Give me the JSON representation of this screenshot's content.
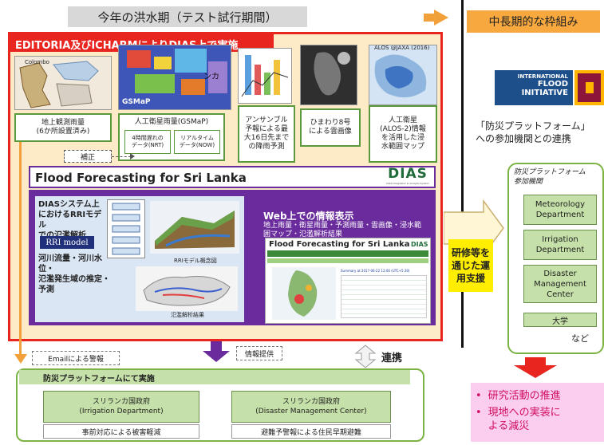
{
  "header": {
    "current_title": "今年の洪水期（テスト試行期間）",
    "longterm_title": "中長期的な枠組み"
  },
  "main": {
    "banner": "EDITORIA及びICHARMによりDIAS上で実施",
    "thumbs": {
      "map_label": "Colombo",
      "gsmap_label": "GSMaP",
      "gsmap_text": "ンカ",
      "alos_credit": "ALOS @JAXA (2016)"
    },
    "sources": {
      "ground": "地上観測雨量\n(6か所設置済み)",
      "satellite": "人工衛星雨量(GSMaP)",
      "nrt": "4時間遅れの\nデータ(NRT)",
      "now": "リアルタイム\nデータ(NOW)",
      "ensemble": "アンサンブル\n予報による最\n大16日先まで\nの降雨予測",
      "himawari": "ひまわり8号\nによる雲画像",
      "alos": "人工衛星\n(ALOS-2)情報\nを活用した浸\n水範囲マップ",
      "correction": "補正"
    },
    "ff_title": "Flood Forecasting for Sri Lanka",
    "dias_logo": "DIAS",
    "dias_sub": "Data Integration & Analysis System",
    "rri": {
      "title": "DIASシステム上\nにおけるRRIモデル\nでの氾濫解析",
      "model_label": "RRI model",
      "diagram_caption": "RRIモデル概念図",
      "estimate": "河川流量・河川水位・\n氾濫発生域の推定・\n予測",
      "result_caption": "氾濫解析結果"
    },
    "web": {
      "title": "Web上での情報表示",
      "subtitle": "地上雨量・衛星雨量・予測雨量・雲画像・浸水範\n囲マップ・氾濫解析結果",
      "screen_title": "Flood Forecasting for Sri Lanka",
      "screen_dias": "DIAS",
      "summary": "Summary at 2017-06-22 12:00 (UTC+5:30)"
    }
  },
  "bottom": {
    "email": "Emailによる警報",
    "info": "情報提供",
    "platform": "防災プラットフォームにて実施",
    "gov1": "スリランカ国政府\n(Irrigation Department)",
    "gov1_action": "事前対応による被害軽減",
    "gov2": "スリランカ国政府\n(Disaster Management Center)",
    "gov2_action": "避難予警報による住民早期避難"
  },
  "links": {
    "link": "連携",
    "training": "研修等を\n通じた運\n用支援"
  },
  "right": {
    "ifi_line1": "INTERNATIONAL",
    "ifi_line2": "FLOOD",
    "ifi_line3": "INITIATIVE",
    "platform_participation": "「防災プラットフォーム」\nへの参加機関との連携",
    "member_header": "防災プラットフォーム\n参加機関",
    "members": [
      "Meteorology\nDepartment",
      "Irrigation\nDepartment",
      "Disaster\nManagement\nCenter",
      "大学"
    ],
    "etc": "など",
    "results": [
      "研究活動の推進",
      "現地への実装に\nよる減災"
    ],
    "bullet": "•"
  },
  "colors": {
    "green": "#5b9a3c",
    "purple": "#6a2c9c",
    "red": "#e8251f",
    "orange": "#f2a03a",
    "magenta": "#c01aa0"
  }
}
